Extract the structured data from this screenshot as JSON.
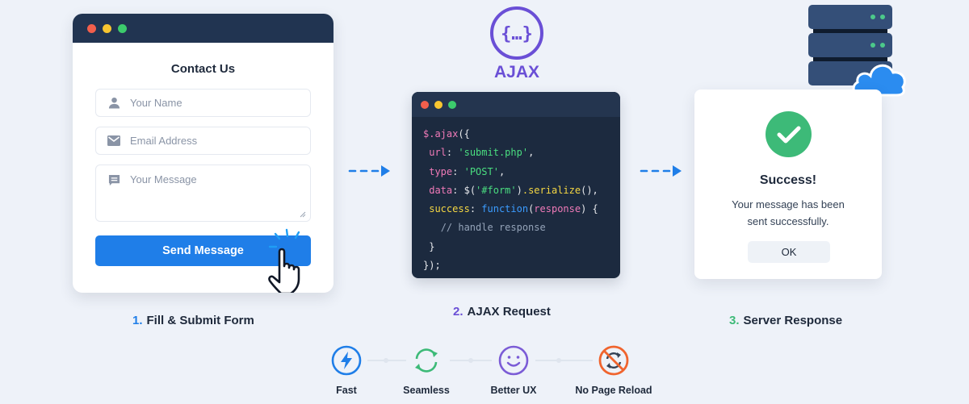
{
  "form_window": {
    "title": "Contact Us",
    "fields": [
      {
        "icon": "user-icon",
        "placeholder": "Your Name"
      },
      {
        "icon": "envelope-icon",
        "placeholder": "Email Address"
      },
      {
        "icon": "message-icon",
        "placeholder": "Your Message"
      }
    ],
    "submit_label": "Send Message"
  },
  "steps": [
    {
      "number": "1.",
      "label": "Fill & Submit Form",
      "color": "#1f7ee8"
    },
    {
      "number": "2.",
      "label": "AJAX Request",
      "color": "#6a4fd6"
    },
    {
      "number": "3.",
      "label": "Server Response",
      "color": "#3dba78"
    }
  ],
  "ajax_logo": {
    "icon": "curly-braces-icon",
    "text": "AJAX",
    "color": "#6a4fd6"
  },
  "code": {
    "lines": [
      "$.ajax({",
      " url: 'submit.php',",
      " type: 'POST',",
      " data: $('#form').serialize(),",
      " success: function(response) {",
      "   // handle response",
      " }",
      "});"
    ],
    "tokens": {
      "l1_fn": "$.ajax",
      "l1_rest": "({",
      "l2_key": "url",
      "l2_val": "'submit.php'",
      "l3_key": "type",
      "l3_val": "'POST'",
      "l4_key": "data",
      "l4_sel_open": "$(",
      "l4_sel": "'#form'",
      "l4_sel_close": ")",
      "l4_method": ".serialize",
      "l4_end": "(),",
      "l5_key": "success",
      "l5_fn": "function",
      "l5_param": "response",
      "l6_comment": "// handle response",
      "l7": "}",
      "l8": "});"
    }
  },
  "success_dialog": {
    "title": "Success!",
    "message_line1": "Your message has been",
    "message_line2": "sent successfully.",
    "ok_label": "OK"
  },
  "benefits": [
    {
      "icon": "lightning-icon",
      "label": "Fast",
      "color": "#1f7ee8"
    },
    {
      "icon": "sync-icon",
      "label": "Seamless",
      "color": "#3dba78"
    },
    {
      "icon": "smiley-icon",
      "label": "Better UX",
      "color": "#7b5cd6"
    },
    {
      "icon": "no-reload-icon",
      "label": "No Page Reload",
      "color": "#f0642e"
    }
  ],
  "colors": {
    "background": "#eef2f9",
    "window_bar": "#213451",
    "primary_blue": "#1f7ee8",
    "ajax_purple": "#6a4fd6",
    "success_green": "#3dba78",
    "code_bg": "#1c2a3f"
  }
}
